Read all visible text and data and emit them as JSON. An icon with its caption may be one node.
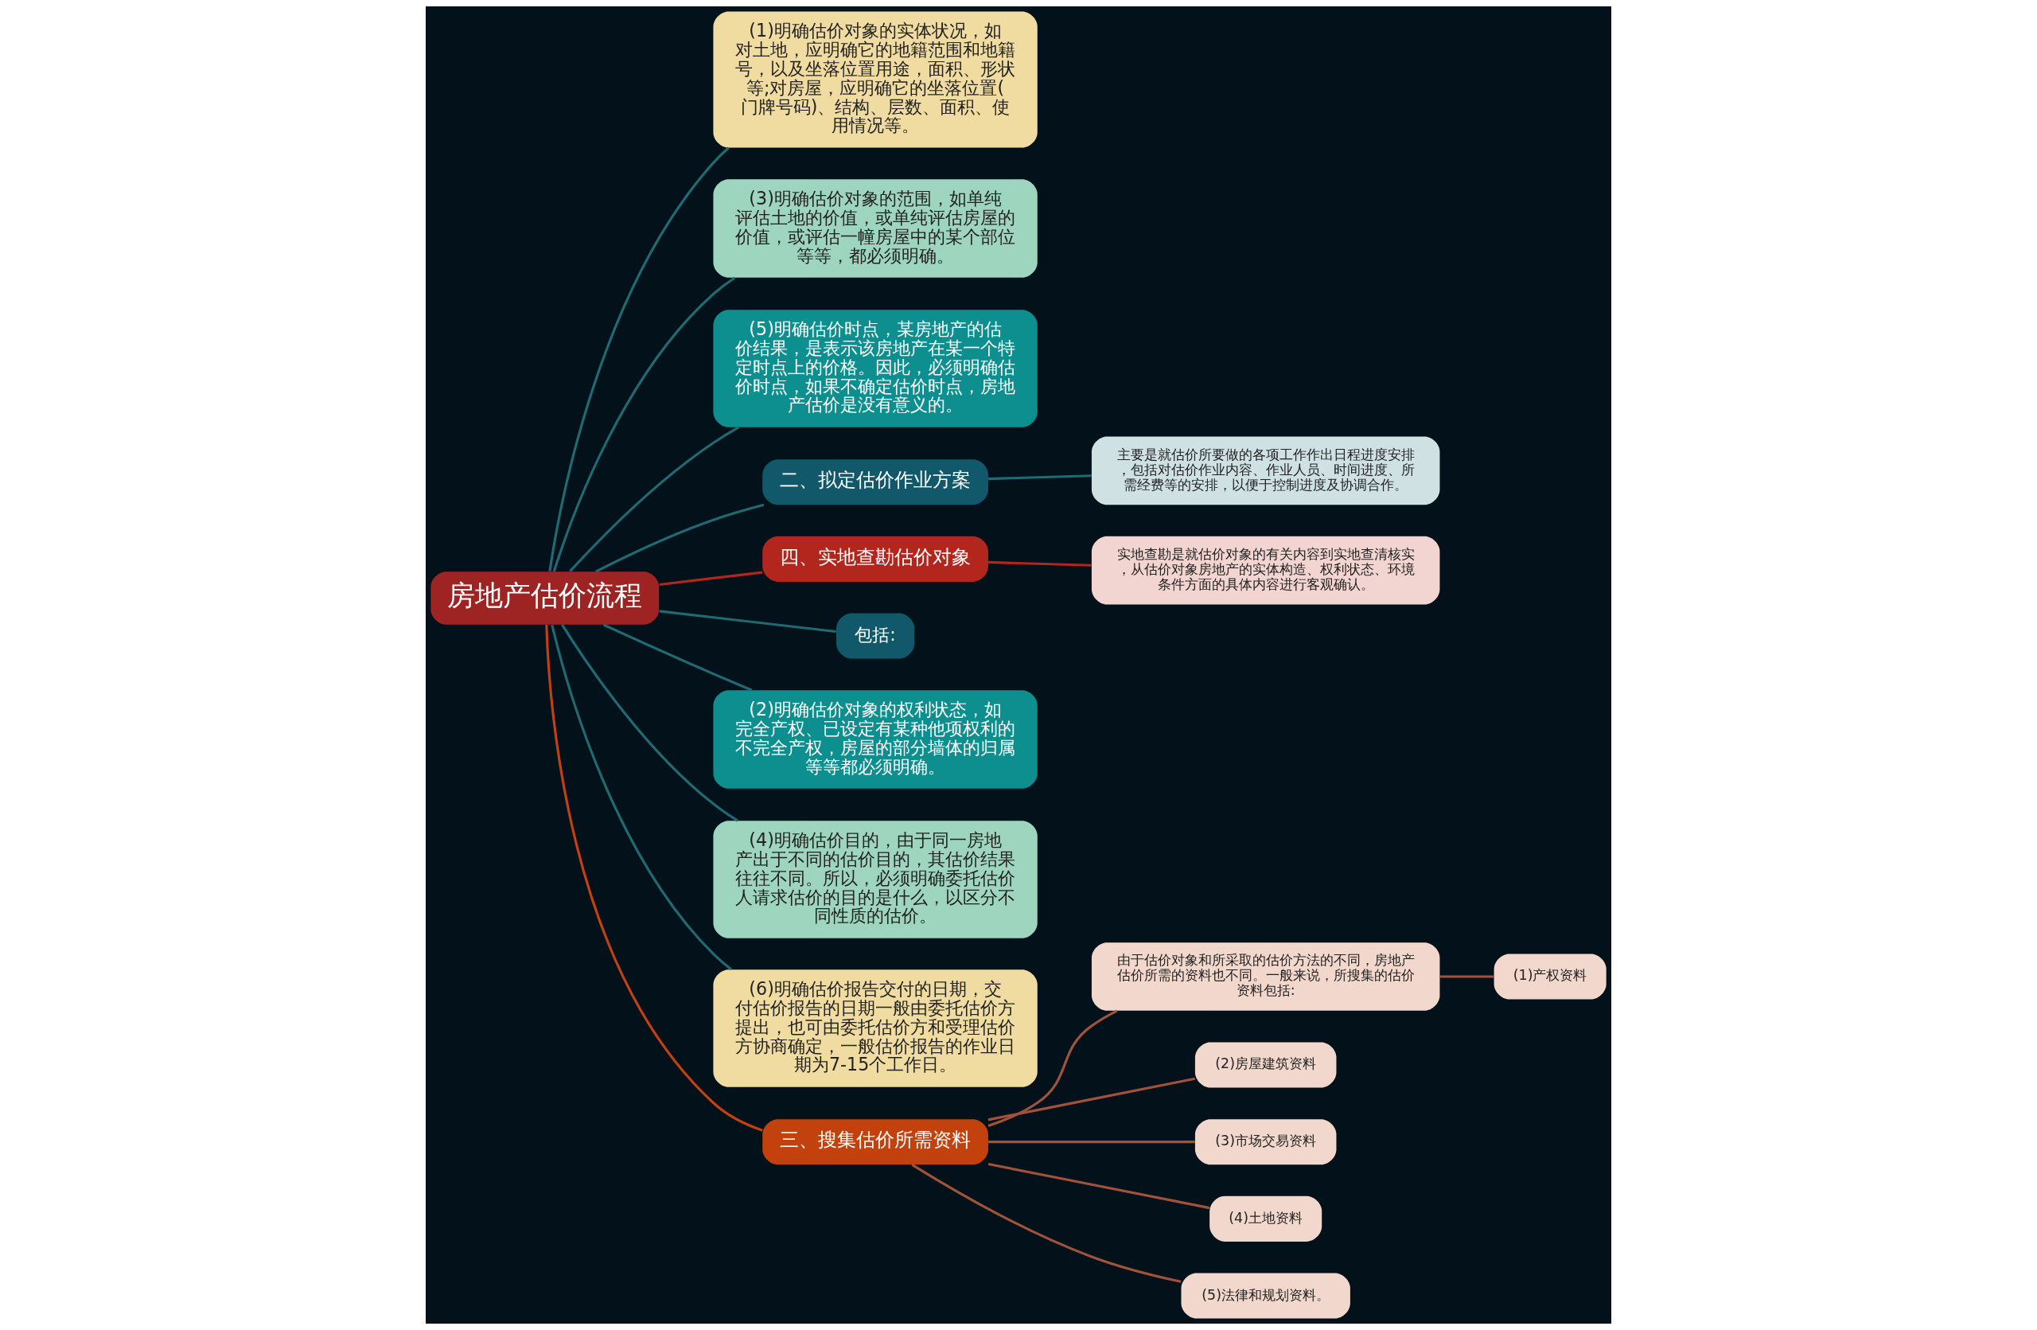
{
  "diagram": {
    "nodes": [
      {
        "text": [
          "房地产估价流程"
        ]
      },
      {
        "text": [
          "(1)明确估价对象的实体状况，如对土地，应明确它的地籍范围和地籍号，以及坐落位置用途，面积、形状等;对房屋，应明确它的坐落位置(门牌号码)、结构、层数、面积、使用情况等。"
        ]
      },
      {
        "text": [
          "(3)明确估价对象的范围，如单纯评估土地的价值，或单纯评估房屋的价值，或评估一幢房屋中的某个部位等等，都必须明确。"
        ]
      },
      {
        "text": [
          "(5)明确估价时点，某房地产的估价结果，是表示该房地产在某一个特定时点上的价格。因此，必须明确估价时点，如果不确定估价时点，房地产估价是没有意义的。"
        ]
      },
      {
        "text": [
          "二、拟定估价作业方案"
        ]
      },
      {
        "text": [
          "主要是就估价所要做的各项工作作出日程进度安排，包括对估价作业内容、作业人员、时间进度、所需经费等的安排，以便于控制进度及协调合作。"
        ]
      },
      {
        "text": [
          "四、实地查勘估价对象"
        ]
      },
      {
        "text": [
          "实地查勘是就估价对象的有关内容到实地查清核实，从估价对象房地产的实体构造、权利状态、环境条件方面的具体内容进行客观确认。"
        ]
      },
      {
        "text": [
          "包括:"
        ]
      },
      {
        "text": [
          "(2)明确估价对象的权利状态，如完全产权、已设定有某种他项权利的不完全产权，房屋的部分墙体的归属等等都必须明确。"
        ]
      },
      {
        "text": [
          "(4)明确估价目的，由于同一房地产出于不同的估价目的，其估价结果往往不同。所以，必须明确委托估价人请求估价的目的是什么，以区分不同性质的估价。"
        ]
      },
      {
        "text": [
          "(6)明确估价报告交付的日期，交付估价报告的日期一般由委托估价方提出，也可由委托估价方和受理估价方协商确定，一般估价报告的作业日期为7-15个工作日。"
        ]
      },
      {
        "text": [
          "三、搜集估价所需资料"
        ]
      },
      {
        "text": [
          "由于估价对象和所采取的估价方法的不同，房地产估价所需的资料也不同。一般来说，所搜集的估价资料包括:"
        ]
      },
      {
        "text": [
          "(1)产权资料"
        ]
      },
      {
        "text": [
          "(2)房屋建筑资料"
        ]
      },
      {
        "text": [
          "(3)市场交易资料"
        ]
      },
      {
        "text": [
          "(4)土地资料"
        ]
      },
      {
        "text": [
          "(5)法律和规划资料。"
        ]
      }
    ],
    "edges": [
      {
        "from": 0,
        "to": 1,
        "arrow": "none"
      },
      {
        "from": 0,
        "to": 2,
        "arrow": "none"
      },
      {
        "from": 0,
        "to": 3,
        "arrow": "none"
      },
      {
        "from": 0,
        "to": 4,
        "arrow": "none"
      },
      {
        "from": 4,
        "to": 5,
        "arrow": "none"
      },
      {
        "from": 0,
        "to": 6,
        "arrow": "none",
        "color": "#b3261e"
      },
      {
        "from": 6,
        "to": 7,
        "arrow": "none",
        "color": "#b3261e"
      },
      {
        "from": 0,
        "to": 8,
        "arrow": "none"
      },
      {
        "from": 0,
        "to": 9,
        "arrow": "none"
      },
      {
        "from": 0,
        "to": 10,
        "arrow": "none"
      },
      {
        "from": 0,
        "to": 11,
        "arrow": "none"
      },
      {
        "from": 0,
        "to": 12,
        "arrow": "none",
        "color": "#c2410c"
      },
      {
        "from": 12,
        "to": 13,
        "arrow": "none",
        "color": "#a0533a"
      },
      {
        "from": 13,
        "to": 14,
        "arrow": "none",
        "color": "#a0533a"
      },
      {
        "from": 12,
        "to": 15,
        "arrow": "none",
        "color": "#a0533a"
      },
      {
        "from": 12,
        "to": 16,
        "arrow": "none",
        "color": "#a0533a"
      },
      {
        "from": 12,
        "to": 17,
        "arrow": "none",
        "color": "#a0533a"
      },
      {
        "from": 12,
        "to": 18,
        "arrow": "none",
        "color": "#a0533a"
      }
    ]
  }
}
